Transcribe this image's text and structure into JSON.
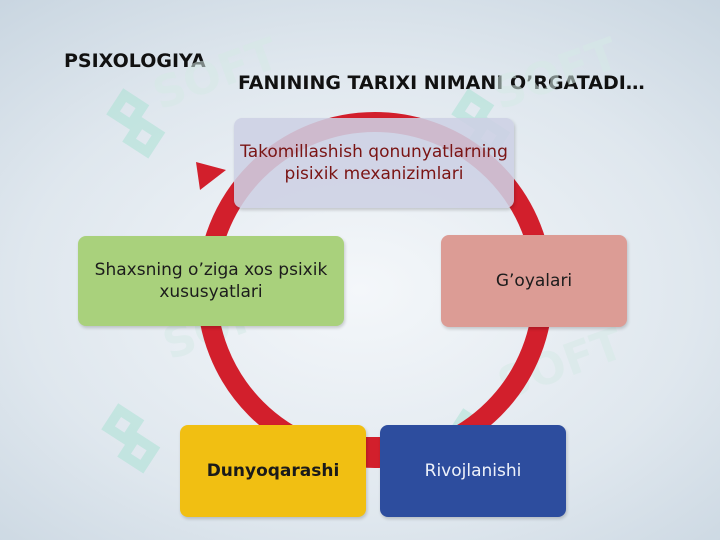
{
  "title": {
    "part1": "PSIXOLOGIYA",
    "part2": "FANINING TARIXI NIMANI O’RGATADI…"
  },
  "watermark": {
    "text": "SOFT"
  },
  "cycle": {
    "arrow_color": "#d21f2c",
    "items": [
      {
        "label": "Takomillashish qonunyatlarning pisixik mexanizimlari",
        "color": "#cdd0e4"
      },
      {
        "label": "G’oyalari",
        "color": "#dc9c95"
      },
      {
        "label": "Rivojlanishi",
        "color": "#2d4d9e"
      },
      {
        "label": "Dunyoqarashi",
        "color": "#f1bf12"
      },
      {
        "label": "Shaxsning o’ziga xos psixik xususyatlari",
        "color": "#a9d17c"
      }
    ]
  }
}
